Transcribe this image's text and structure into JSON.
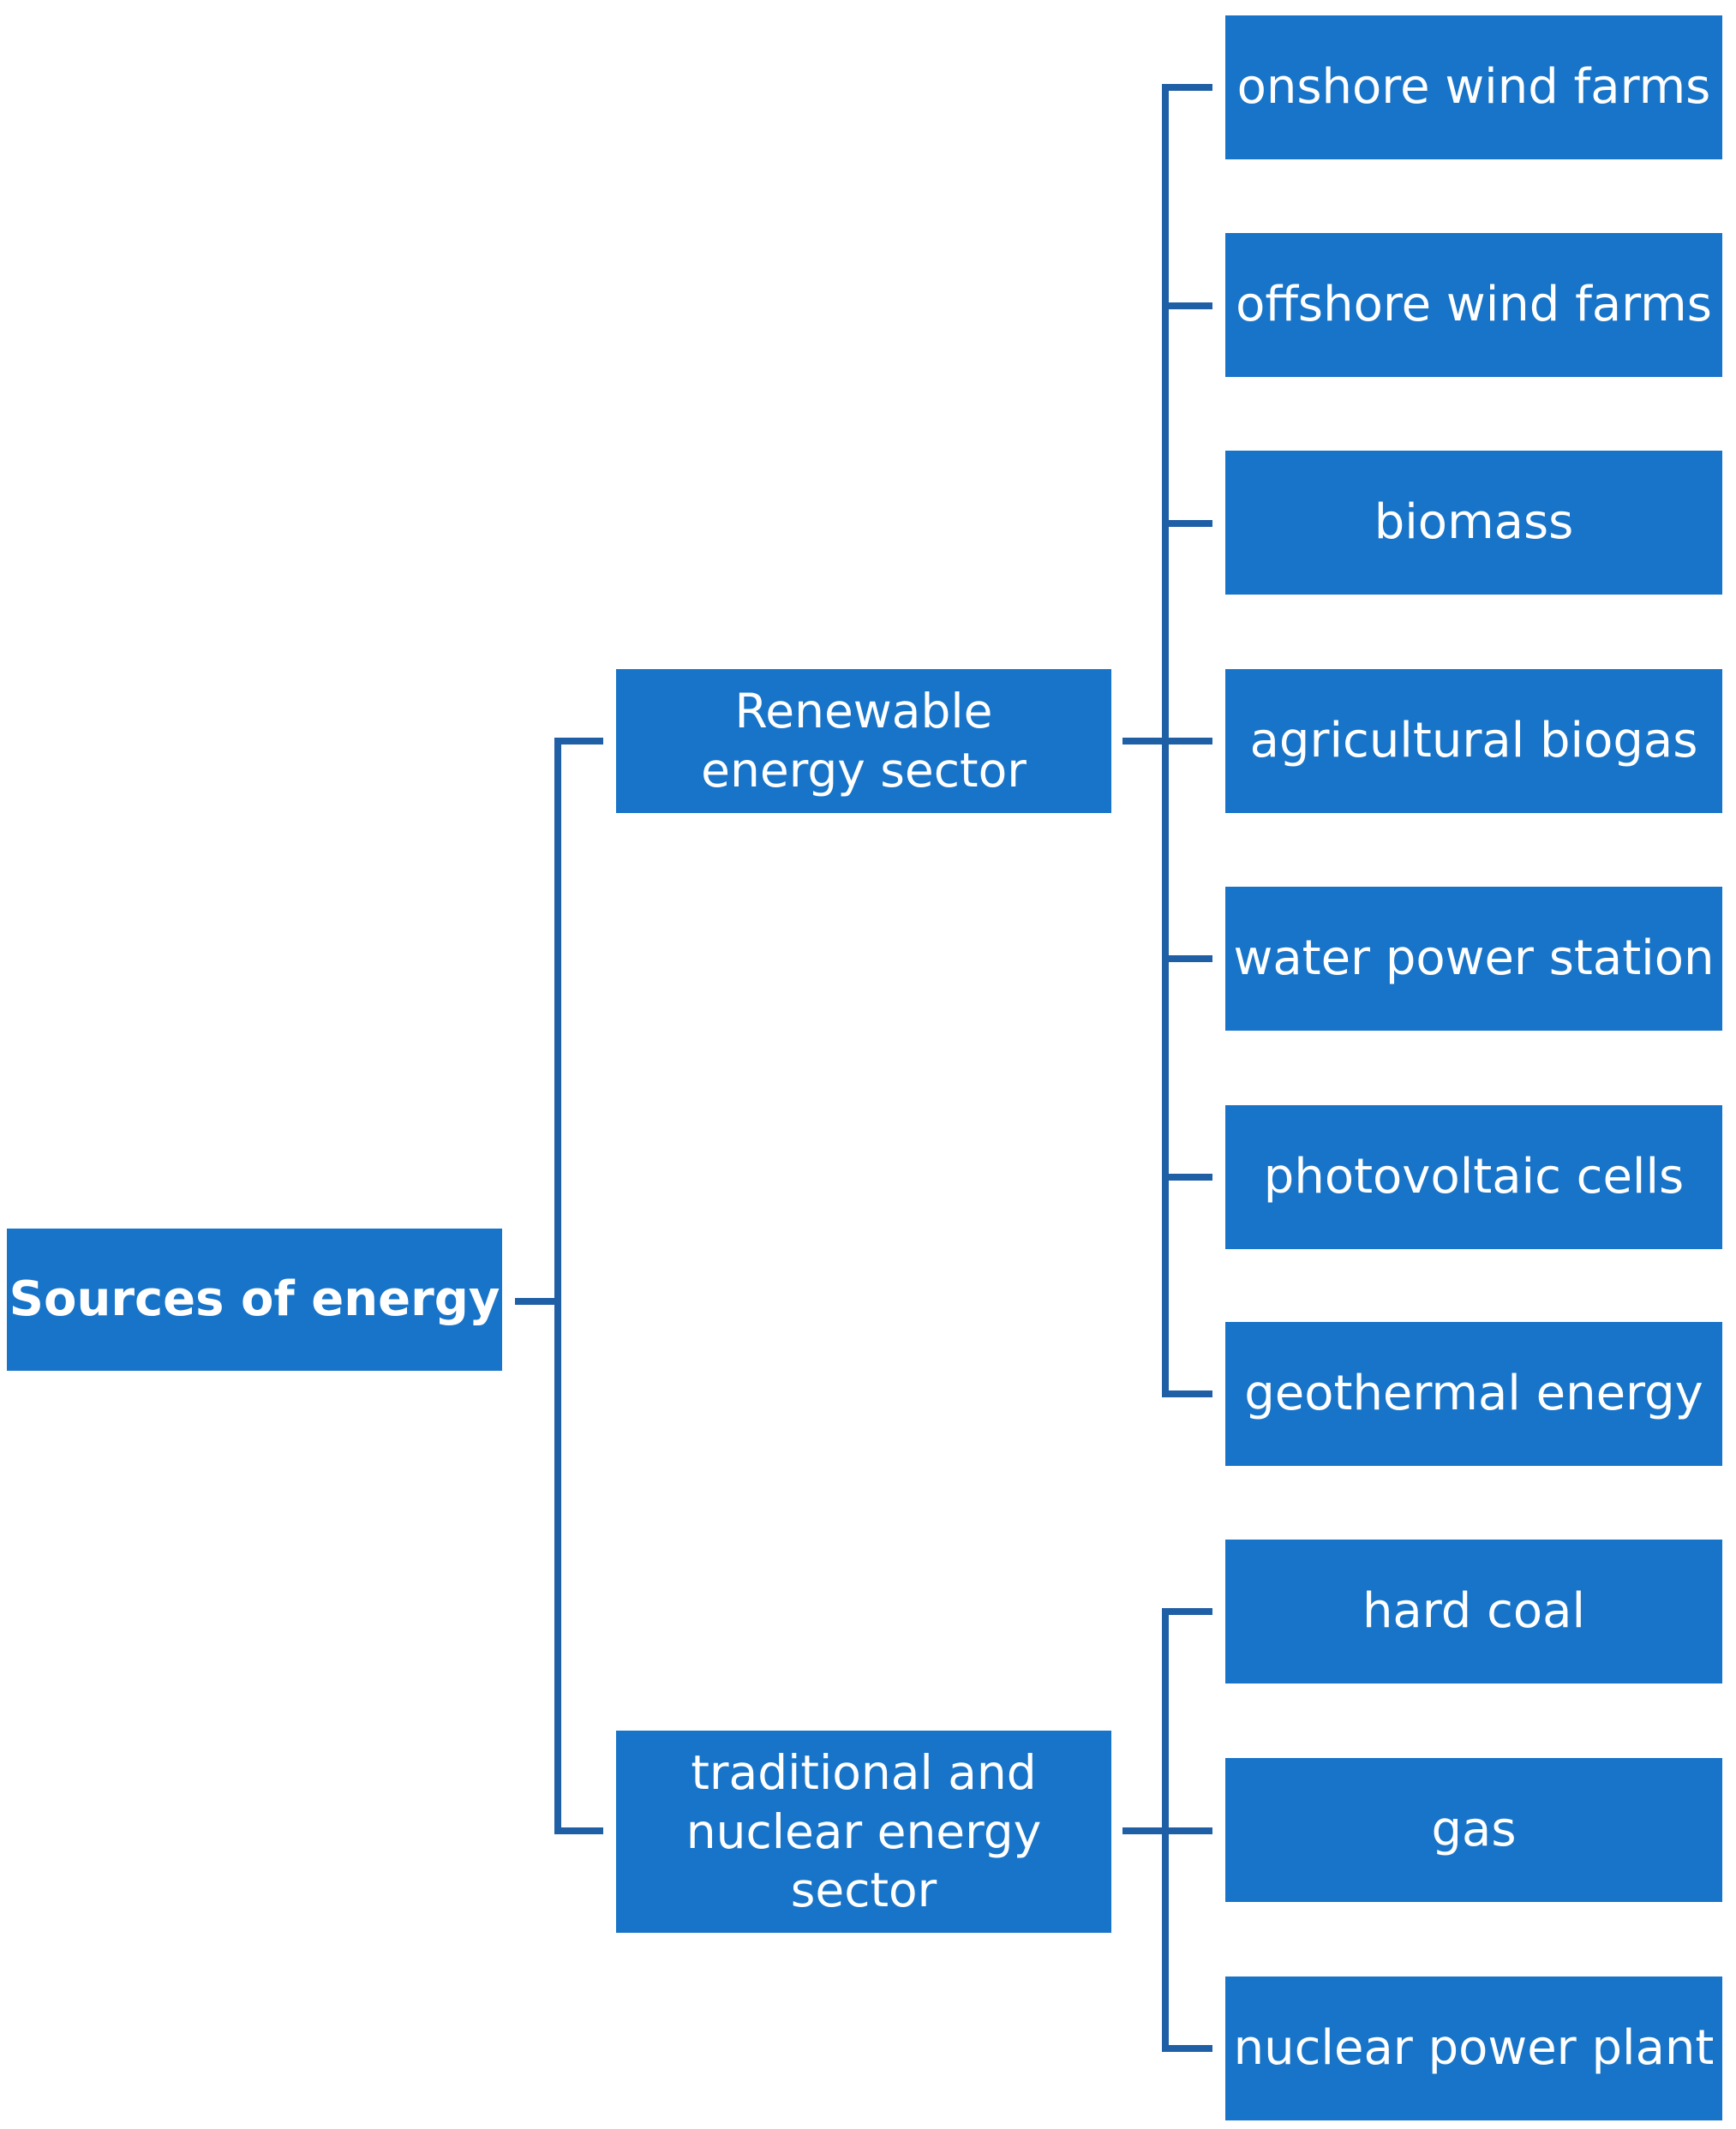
{
  "colors": {
    "box_fill": "#1874c8",
    "box_text": "#ffffff",
    "connector": "#1f5fa6",
    "background": "#ffffff"
  },
  "root": {
    "label": "Sources of energy"
  },
  "branches": [
    {
      "label": "Renewable energy sector",
      "children": [
        "onshore wind farms",
        "offshore wind farms",
        "biomass",
        "agricultural biogas",
        "water power station",
        "photovoltaic cells",
        "geothermal energy"
      ]
    },
    {
      "label": "traditional and nuclear energy sector",
      "children": [
        "hard coal",
        "gas",
        "nuclear power plant"
      ]
    }
  ]
}
